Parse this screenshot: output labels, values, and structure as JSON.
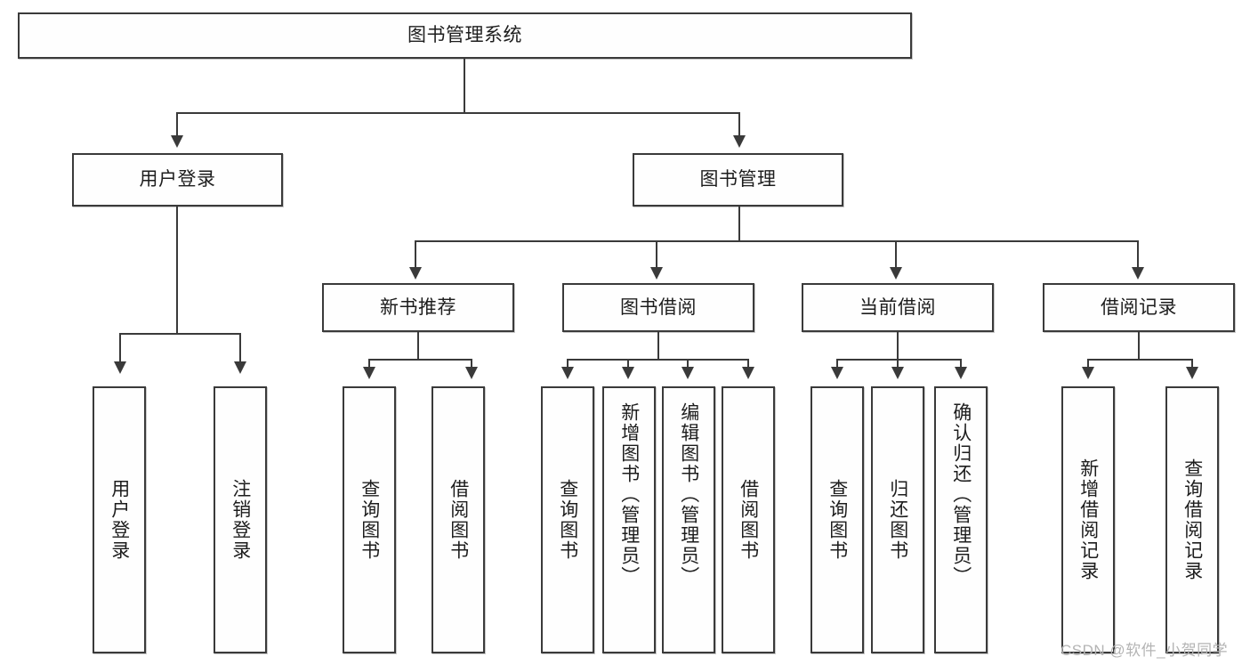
{
  "diagram": {
    "type": "tree-hierarchy-chart",
    "title": "图书管理系统",
    "root": {
      "id": "root",
      "label": "图书管理系统"
    },
    "level2": [
      {
        "id": "user-login",
        "label": "用户登录"
      },
      {
        "id": "book-management",
        "label": "图书管理"
      }
    ],
    "level3": [
      {
        "id": "new-book-recommend",
        "label": "新书推荐",
        "parent": "book-management"
      },
      {
        "id": "book-borrow",
        "label": "图书借阅",
        "parent": "book-management"
      },
      {
        "id": "current-borrow",
        "label": "当前借阅",
        "parent": "book-management"
      },
      {
        "id": "borrow-record",
        "label": "借阅记录",
        "parent": "book-management"
      }
    ],
    "leaves": [
      {
        "id": "leaf-user-login",
        "label": "用户登录",
        "parent": "user-login"
      },
      {
        "id": "leaf-logout",
        "label": "注销登录",
        "parent": "user-login"
      },
      {
        "id": "leaf-query-book-1",
        "label": "查询图书",
        "parent": "new-book-recommend"
      },
      {
        "id": "leaf-borrow-book-1",
        "label": "借阅图书",
        "parent": "new-book-recommend"
      },
      {
        "id": "leaf-query-book-2",
        "label": "查询图书",
        "parent": "book-borrow"
      },
      {
        "id": "leaf-add-book",
        "label": "新增图书（管理员）",
        "parent": "book-borrow"
      },
      {
        "id": "leaf-edit-book",
        "label": "编辑图书（管理员）",
        "parent": "book-borrow"
      },
      {
        "id": "leaf-borrow-book-2",
        "label": "借阅图书",
        "parent": "book-borrow"
      },
      {
        "id": "leaf-query-book-3",
        "label": "查询图书",
        "parent": "current-borrow"
      },
      {
        "id": "leaf-return-book",
        "label": "归还图书",
        "parent": "current-borrow"
      },
      {
        "id": "leaf-confirm-return",
        "label": "确认归还（管理员）",
        "parent": "current-borrow"
      },
      {
        "id": "leaf-add-record",
        "label": "新增借阅记录",
        "parent": "borrow-record"
      },
      {
        "id": "leaf-query-record",
        "label": "查询借阅记录",
        "parent": "borrow-record"
      }
    ]
  },
  "watermark": {
    "text": "CSDN @软件_小贺同学"
  },
  "colors": {
    "border": "#3a3a3a",
    "box_fill": "#fefefe",
    "text": "#1d1d1d",
    "watermark": "#b4b4b4",
    "background": "#ffffff"
  }
}
